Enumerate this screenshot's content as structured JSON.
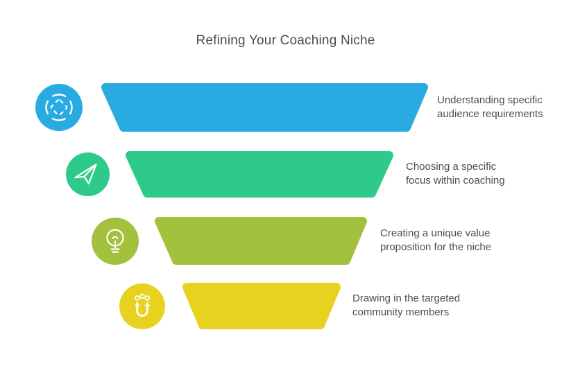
{
  "title": "Refining Your Coaching Niche",
  "colors": {
    "background": "#ffffff",
    "title_text": "#4a4a4a",
    "label_text": "#4d4d4d",
    "icon_stroke": "#ffffff"
  },
  "funnel": {
    "type": "funnel-diagram",
    "levels": [
      {
        "label": "Understanding specific audience requirements",
        "lines": [
          "Understanding specific",
          "audience requirements"
        ],
        "color": "#29abe2",
        "icon": "focus-target-icon"
      },
      {
        "label": "Choosing a specific focus within coaching",
        "lines": [
          "Choosing a specific",
          "focus within coaching"
        ],
        "color": "#2eca8b",
        "icon": "paper-plane-icon"
      },
      {
        "label": "Creating a unique value proposition for the niche",
        "lines": [
          "Creating a unique value",
          "proposition for the niche"
        ],
        "color": "#a3c13c",
        "icon": "lightbulb-icon"
      },
      {
        "label": "Drawing in the targeted community members",
        "lines": [
          "Drawing in the targeted",
          "community members"
        ],
        "color": "#e6d21f",
        "icon": "magnet-icon"
      }
    ]
  }
}
